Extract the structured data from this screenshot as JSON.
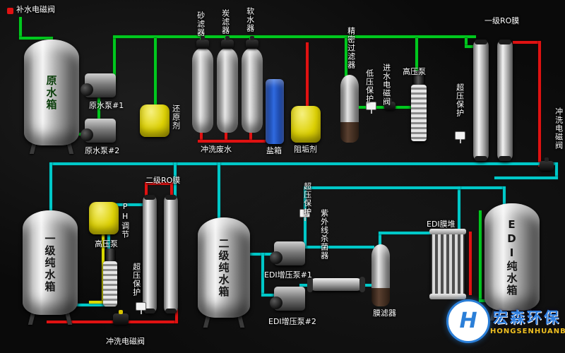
{
  "labels": {
    "makeup_valve": "补水电磁阀",
    "raw_tank": "原水箱",
    "raw_pump1": "原水泵#1",
    "raw_pump2": "原水泵#2",
    "reducer": "还原剂",
    "sand_filter": "砂滤器",
    "carbon_filter": "炭滤器",
    "softener": "软水器",
    "flush_waste": "冲洗废水",
    "salt_box": "盐箱",
    "antiscalant": "阻垢剂",
    "precision_filter": "精密过滤器",
    "low_pressure": "低压保护",
    "inlet_valve": "进水电磁阀",
    "hp_pump_top": "高压泵",
    "overpressure_top": "超压保护",
    "ro1": "一级RO膜",
    "flush_right": "冲洗电磁阀",
    "pure_tank1": "一级纯水箱",
    "ph_adjust": "PH调节",
    "hp_pump_bottom": "高压泵",
    "overpressure_bl": "超压保护",
    "ro2": "二级RO膜",
    "pure_tank2": "二级纯水箱",
    "edi_pump1": "EDI增压泵#1",
    "edi_pump2": "EDI增压泵#2",
    "overpressure_mid": "超压保护",
    "uv": "紫外线杀菌器",
    "membrane_filter": "膜滤器",
    "edi_stack": "EDI膜堆",
    "edi_tank": "EDI纯水箱",
    "flush_bottom": "冲洗电磁阀"
  },
  "logo": {
    "cn": "宏森环保",
    "en": "HONGSENHUANBAO",
    "icon_glyph": "H"
  },
  "colors": {
    "pipe_green": "#00c81e",
    "pipe_red": "#e01212",
    "pipe_cyan": "#00c8c8",
    "pipe_yellow": "#d8d800",
    "background": "#0a0a0a",
    "label": "#ffffff"
  }
}
